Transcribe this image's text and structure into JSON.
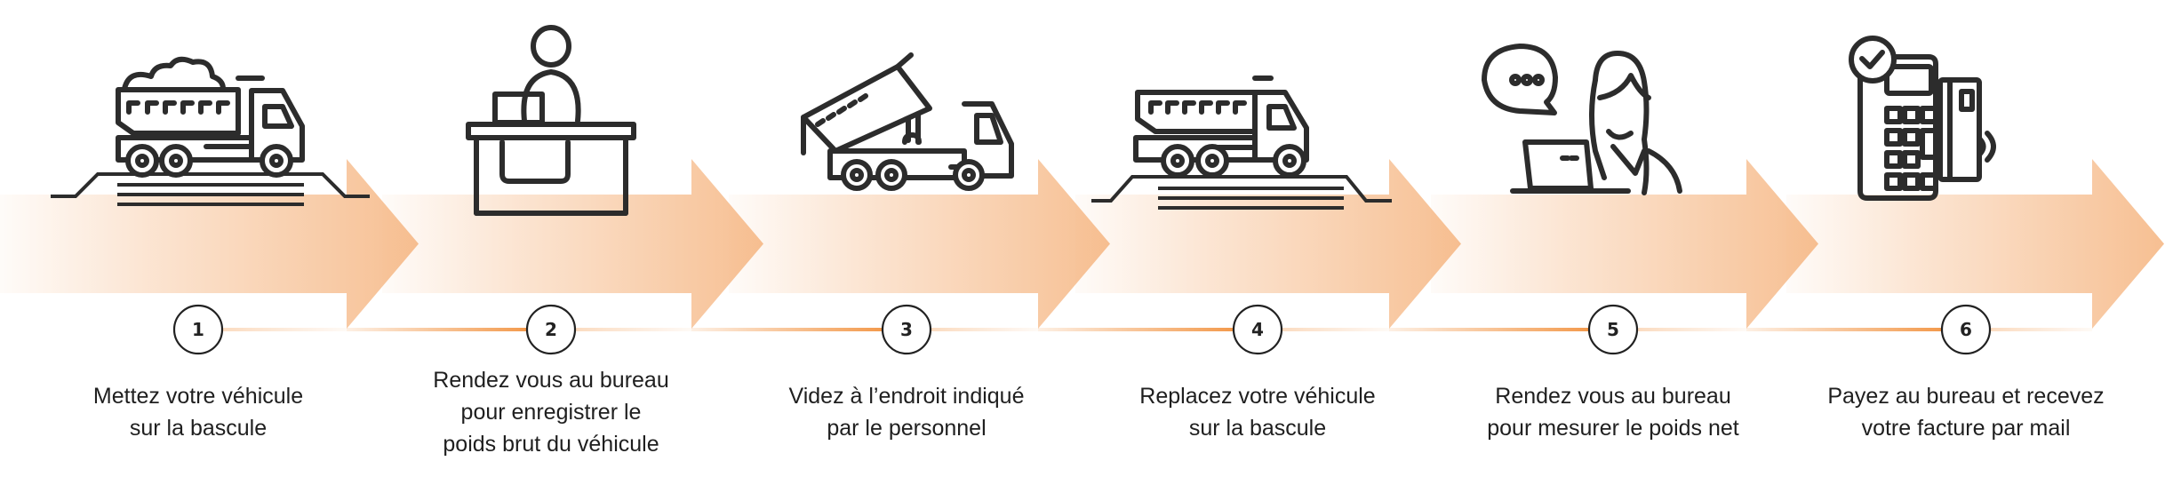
{
  "diagram": {
    "type": "process-flow",
    "accent_color": "#f5b47f",
    "line_color": "#f39a4d",
    "steps": [
      {
        "number": "1",
        "icon": "truck-on-scale-icon",
        "text": "Mettez votre véhicule\nsur la bascule"
      },
      {
        "number": "2",
        "icon": "office-desk-person-icon",
        "text": "Rendez vous au bureau\npour enregistrer le\npoids brut du véhicule"
      },
      {
        "number": "3",
        "icon": "dump-truck-unloading-icon",
        "text": "Videz à l’endroit indiqué\npar le personnel"
      },
      {
        "number": "4",
        "icon": "truck-on-scale-icon",
        "text": "Replacez votre véhicule\nsur la bascule"
      },
      {
        "number": "5",
        "icon": "person-laptop-chat-icon",
        "text": "Rendez vous au bureau\npour mesurer le poids net"
      },
      {
        "number": "6",
        "icon": "payment-terminal-card-icon",
        "text": "Payez au bureau et recevez\nvotre facture par mail"
      }
    ]
  }
}
